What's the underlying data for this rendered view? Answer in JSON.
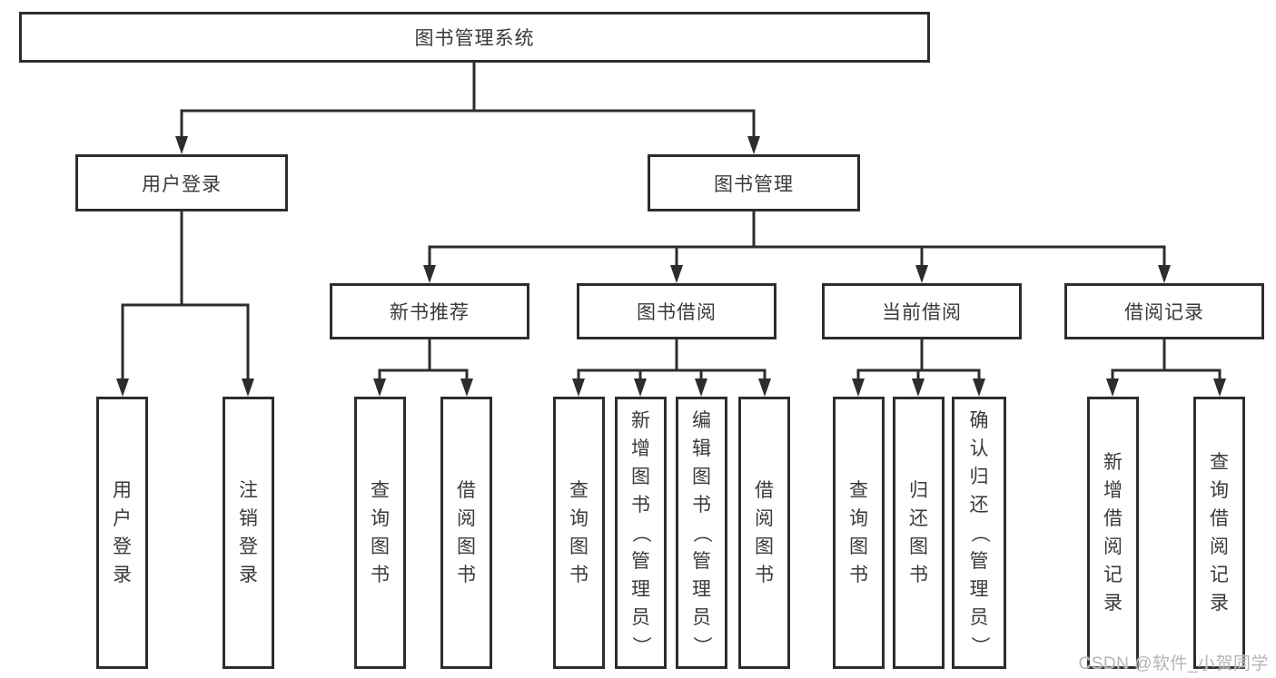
{
  "diagram": {
    "title": "图书管理系统",
    "level2": {
      "user_login": "用户登录",
      "book_mgmt": "图书管理"
    },
    "level3": [
      {
        "label": "新书推荐"
      },
      {
        "label": "图书借阅"
      },
      {
        "label": "当前借阅"
      },
      {
        "label": "借阅记录"
      }
    ],
    "leaves": [
      {
        "label": "用户登录",
        "parent": "用户登录"
      },
      {
        "label": "注销登录",
        "parent": "用户登录"
      },
      {
        "label": "查询图书",
        "parent": "新书推荐"
      },
      {
        "label": "借阅图书",
        "parent": "新书推荐"
      },
      {
        "label": "查询图书",
        "parent": "图书借阅"
      },
      {
        "label": "新增图书（管理员）",
        "parent": "图书借阅"
      },
      {
        "label": "编辑图书（管理员）",
        "parent": "图书借阅"
      },
      {
        "label": "借阅图书",
        "parent": "图书借阅"
      },
      {
        "label": "查询图书",
        "parent": "当前借阅"
      },
      {
        "label": "归还图书",
        "parent": "当前借阅"
      },
      {
        "label": "确认归还（管理员）",
        "parent": "当前借阅"
      },
      {
        "label": "新增借阅记录",
        "parent": "借阅记录"
      },
      {
        "label": "查询借阅记录",
        "parent": "借阅记录"
      }
    ]
  },
  "colors": {
    "line": "#2d2d2d",
    "box_border": "#2d2d2d",
    "text": "#3a3a3a",
    "background": "#ffffff",
    "watermark": "#b5b5b5"
  },
  "watermark": {
    "text": "CSDN @软件_小贺同学"
  }
}
